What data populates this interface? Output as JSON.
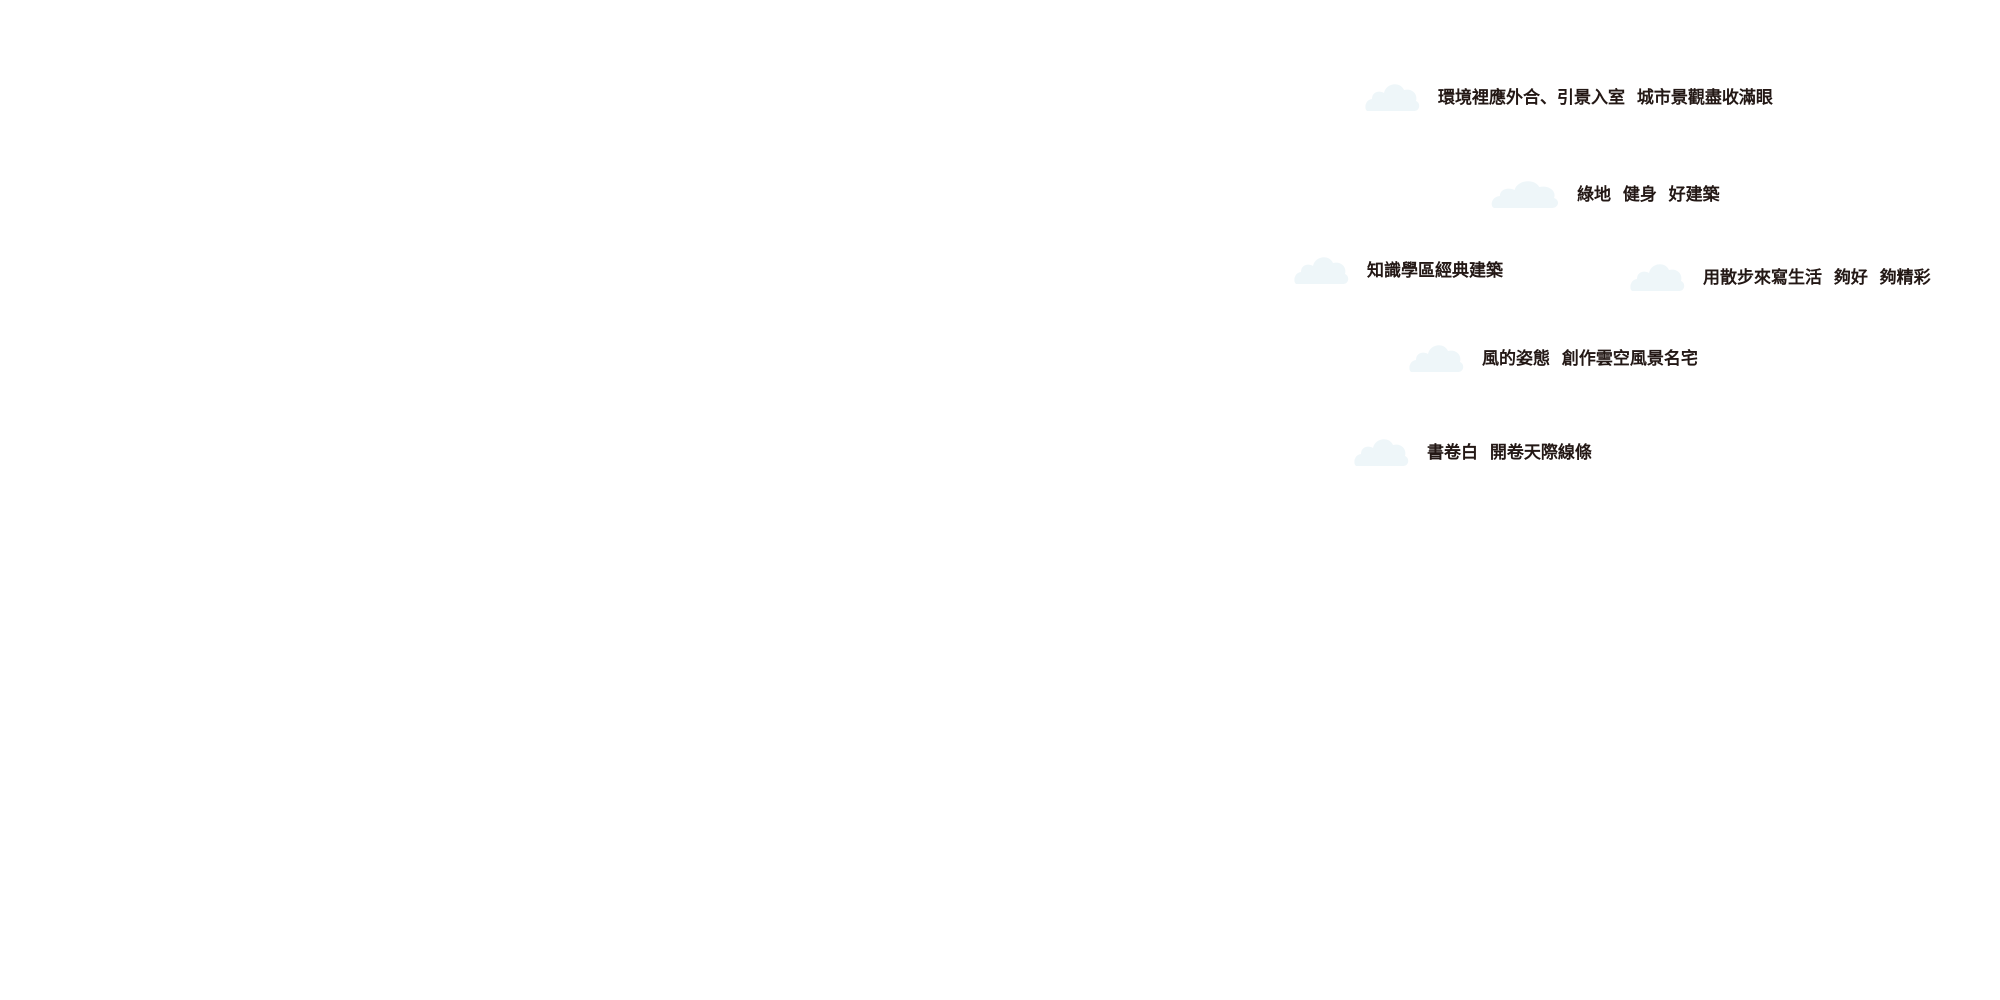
{
  "colors": {
    "cloud": "#eef6f9",
    "text": "#231815"
  },
  "items": [
    {
      "icon": "cloud-icon",
      "label": "環境裡應外合、引景入室  城市景觀盡收滿眼"
    },
    {
      "icon": "cloud-icon",
      "label": "綠地  健身  好建築"
    },
    {
      "icon": "cloud-icon",
      "label": "知識學區經典建築"
    },
    {
      "icon": "cloud-icon",
      "label": "用散步來寫生活  夠好  夠精彩"
    },
    {
      "icon": "cloud-icon",
      "label": "風的姿態  創作雲空風景名宅"
    },
    {
      "icon": "cloud-icon",
      "label": "書卷白  開卷天際線條"
    }
  ]
}
